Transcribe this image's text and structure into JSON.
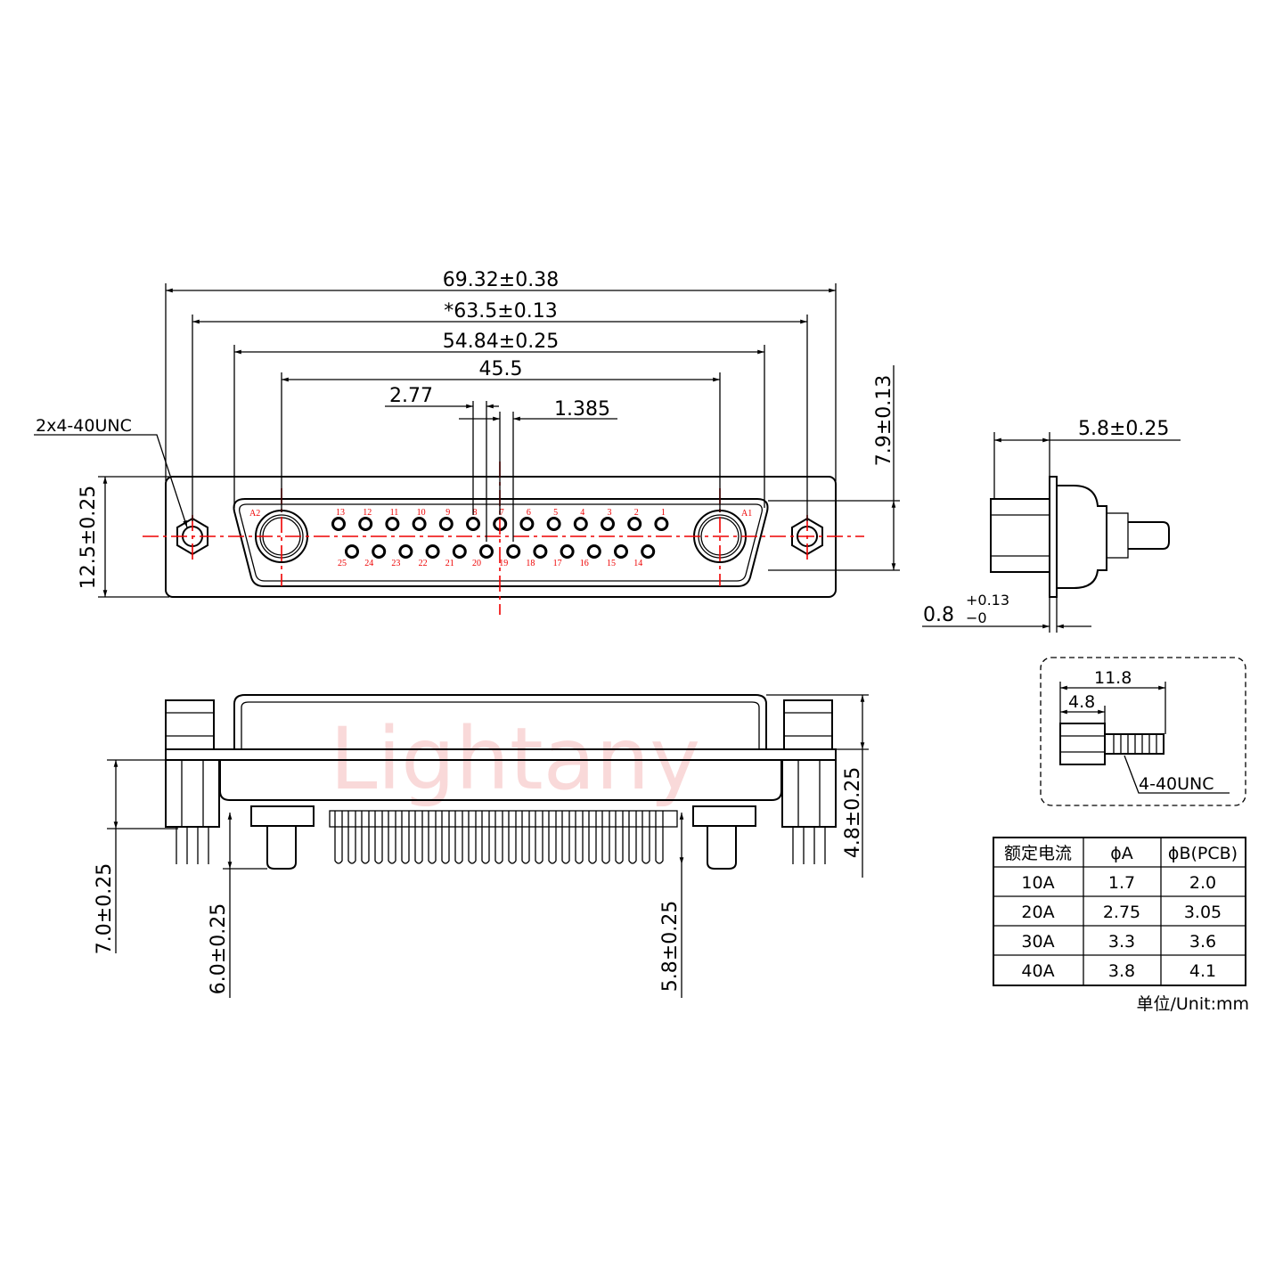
{
  "watermark": "Lightany",
  "top_view": {
    "dims": {
      "overall": "69.32±0.38",
      "mount_holes": "*63.5±0.13",
      "shell": "54.84±0.25",
      "power_pitch": "45.5",
      "pin_pitch": "2.77",
      "row_offset": "1.385",
      "height": "12.5±0.25",
      "shell_height": "7.9±0.13",
      "thread_note": "2x4-40UNC"
    },
    "power_labels": {
      "left": "A2",
      "right": "A1"
    },
    "top_row_pins": [
      "13",
      "12",
      "11",
      "10",
      "9",
      "8",
      "7",
      "6",
      "5",
      "4",
      "3",
      "2",
      "1"
    ],
    "bottom_row_pins": [
      "25",
      "24",
      "23",
      "22",
      "21",
      "20",
      "19",
      "18",
      "17",
      "16",
      "15",
      "14"
    ]
  },
  "side_view": {
    "depth": "5.8±0.25",
    "flange_thickness": "0.8",
    "flange_tol_plus": "+0.13",
    "flange_tol_minus": "−0"
  },
  "bottom_view": {
    "standoff_height": "7.0±0.25",
    "power_pin_length": "6.0±0.25",
    "signal_pin_length": "5.8±0.25",
    "shell_height": "4.8±0.25"
  },
  "screw_detail": {
    "total": "11.8",
    "hex": "4.8",
    "thread": "4-40UNC"
  },
  "table": {
    "headers": [
      "额定电流",
      "ϕA",
      "ϕB(PCB)"
    ],
    "rows": [
      [
        "10A",
        "1.7",
        "2.0"
      ],
      [
        "20A",
        "2.75",
        "3.05"
      ],
      [
        "30A",
        "3.3",
        "3.6"
      ],
      [
        "40A",
        "3.8",
        "4.1"
      ]
    ],
    "unit_note": "单位/Unit:mm"
  }
}
